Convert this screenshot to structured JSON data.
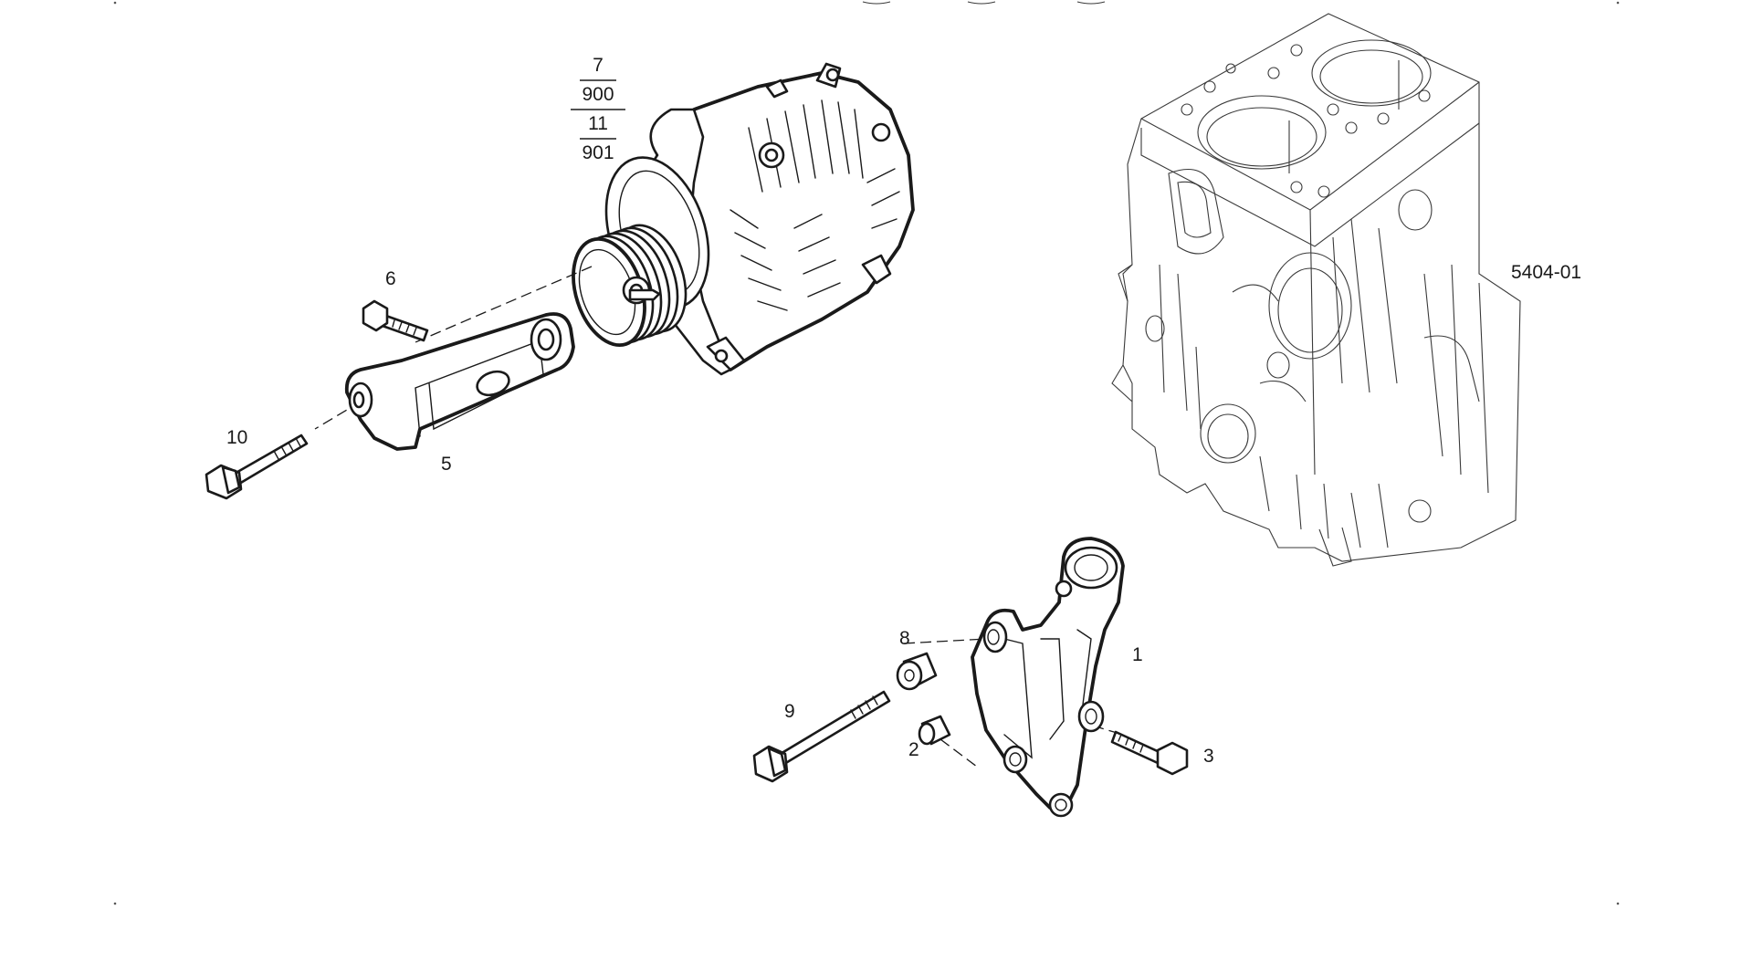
{
  "diagram": {
    "reference_code": "5404-01",
    "alternator_callout": {
      "top_numerator": "7",
      "top_denominator": "900",
      "bottom_numerator": "11",
      "bottom_denominator": "901"
    },
    "part_numbers": {
      "bracket": "1",
      "bushing": "2",
      "bracket_bolt": "3",
      "tension_arm": "5",
      "arm_bolt": "6",
      "spacer": "8",
      "long_bolt": "9",
      "pivot_bolt": "10"
    },
    "components": [
      "engine-block",
      "alternator",
      "tension-arm",
      "mounting-bracket",
      "bolts"
    ]
  }
}
